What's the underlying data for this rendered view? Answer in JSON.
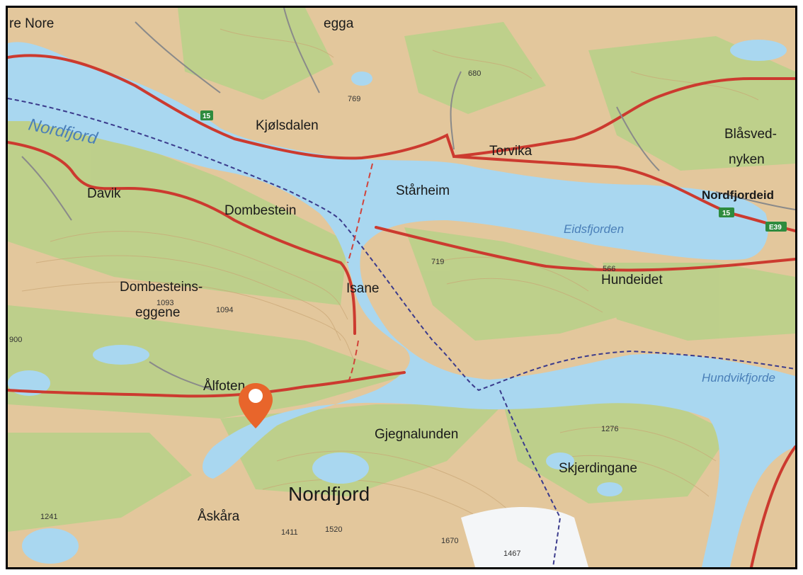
{
  "map": {
    "places": {
      "re_nore": "re Nore",
      "egga": "egga",
      "kjolsdalen": "Kjølsdalen",
      "torvika": "Torvika",
      "blasvednyken_1": "Blåsved-",
      "blasvednyken_2": "nyken",
      "nordfjordeid": "Nordfjordeid",
      "starheim": "Stårheim",
      "davik": "Davik",
      "dombestein": "Dombestein",
      "hundeidet": "Hundeidet",
      "dombesteinseggene_1": "Dombesteins-",
      "dombesteinseggene_2": "eggene",
      "isane": "Isane",
      "alfoten": "Ålfoten",
      "gjegnalunden": "Gjegnalunden",
      "skjerdingane": "Skjerdingane",
      "region": "Nordfjord",
      "askara": "Åskåra"
    },
    "water": {
      "nordfjord": "Nordfjord",
      "eidsfjorden": "Eidsfjorden",
      "hundvikfjorden": "Hundvikfjorde"
    },
    "peaks": {
      "p680": "680",
      "p769": "769",
      "p719": "719",
      "p566": "566",
      "p1093": "1093",
      "p1094": "1094",
      "p900": "900",
      "p1276": "1276",
      "p1241": "1241",
      "p1411": "1411",
      "p1520": "1520",
      "p1670": "1670",
      "p1467": "1467"
    },
    "road_shields": {
      "r15a": "15",
      "r15b": "15",
      "e39": "E39"
    },
    "marker": {
      "color": "#e8652b",
      "icon": "map-pin-icon"
    }
  }
}
